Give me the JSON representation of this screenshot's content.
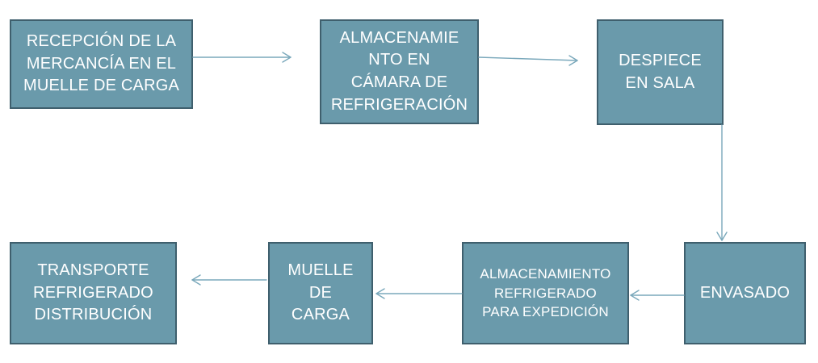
{
  "diagram": {
    "colors": {
      "box_fill": "#6a9aab",
      "box_border": "#3f5f6d",
      "box_text": "#ffffff",
      "arrow": "#7aa8bb"
    },
    "nodes": {
      "recepcion": "RECEPCIÓN DE LA\nMERCANCÍA EN EL\nMUELLE DE CARGA",
      "almacenamiento_camara": "ALMACENAMIE\nNTO EN\nCÁMARA DE\nREFRIGERACIÓN",
      "despiece": "DESPIECE\nEN SALA",
      "envasado": "ENVASADO",
      "almacenamiento_expedicion": "ALMACENAMIENTO\nREFRIGERADO\nPARA EXPEDICIÓN",
      "muelle": "MUELLE\nDE\nCARGA",
      "transporte": "TRANSPORTE\nREFRIGERADO\nDISTRIBUCIÓN"
    },
    "edges": [
      {
        "from": "recepcion",
        "to": "almacenamiento_camara"
      },
      {
        "from": "almacenamiento_camara",
        "to": "despiece"
      },
      {
        "from": "despiece",
        "to": "envasado"
      },
      {
        "from": "envasado",
        "to": "almacenamiento_expedicion"
      },
      {
        "from": "almacenamiento_expedicion",
        "to": "muelle"
      },
      {
        "from": "muelle",
        "to": "transporte"
      }
    ]
  }
}
